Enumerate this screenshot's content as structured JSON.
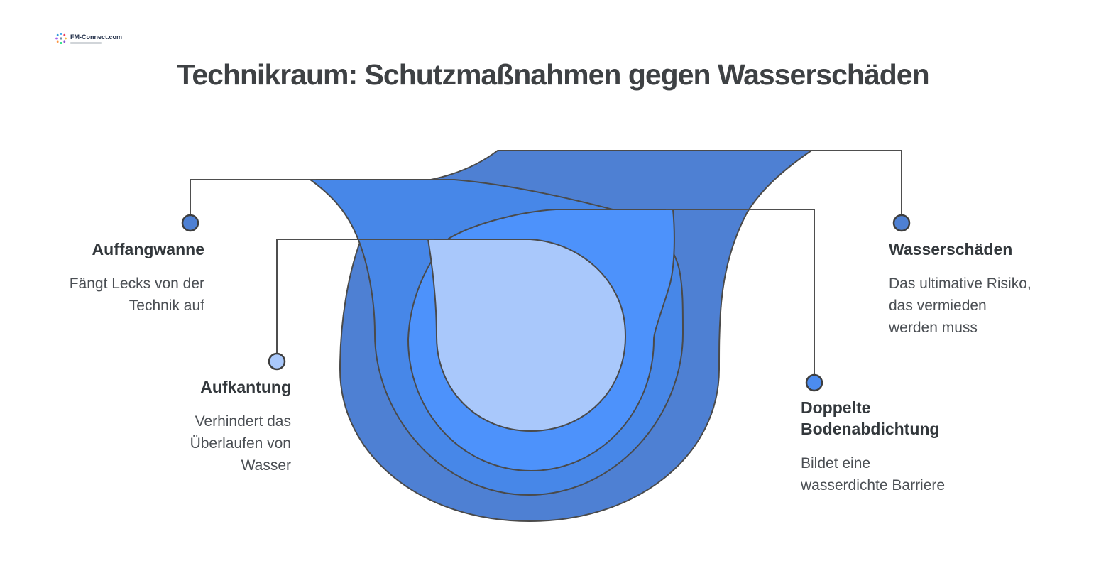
{
  "logo": {
    "brand": "FM-Connect.com"
  },
  "title": "Technikraum: Schutzmaßnahmen gegen Wasserschäden",
  "diagram": {
    "type": "nested-funnel-layers",
    "stroke_color": "#4a4a4a",
    "layers": [
      {
        "name": "wasserschaeden-outer-layer",
        "color": "#4E80D3"
      },
      {
        "name": "auffangwanne-layer",
        "color": "#4787E8"
      },
      {
        "name": "doppelte-bodenabdichtung-layer",
        "color": "#4D92FB"
      },
      {
        "name": "aufkantung-inner-layer",
        "color": "#A9C8FB"
      }
    ]
  },
  "callouts": {
    "auffangwanne": {
      "title": "Auffangwanne",
      "desc": "Fängt Lecks von der\nTechnik auf",
      "dot_color": "#4E80D3"
    },
    "aufkantung": {
      "title": "Aufkantung",
      "desc": "Verhindert das\nÜberlaufen von\nWasser",
      "dot_color": "#A9C8FB"
    },
    "wasserschaeden": {
      "title": "Wasserschäden",
      "desc": "Das ultimative Risiko,\ndas vermieden\nwerden muss",
      "dot_color": "#4E80D3"
    },
    "doppelte": {
      "title": "Doppelte\nBodenabdichtung",
      "desc": "Bildet eine\nwasserdichte Barriere",
      "dot_color": "#4C8CEF"
    }
  }
}
